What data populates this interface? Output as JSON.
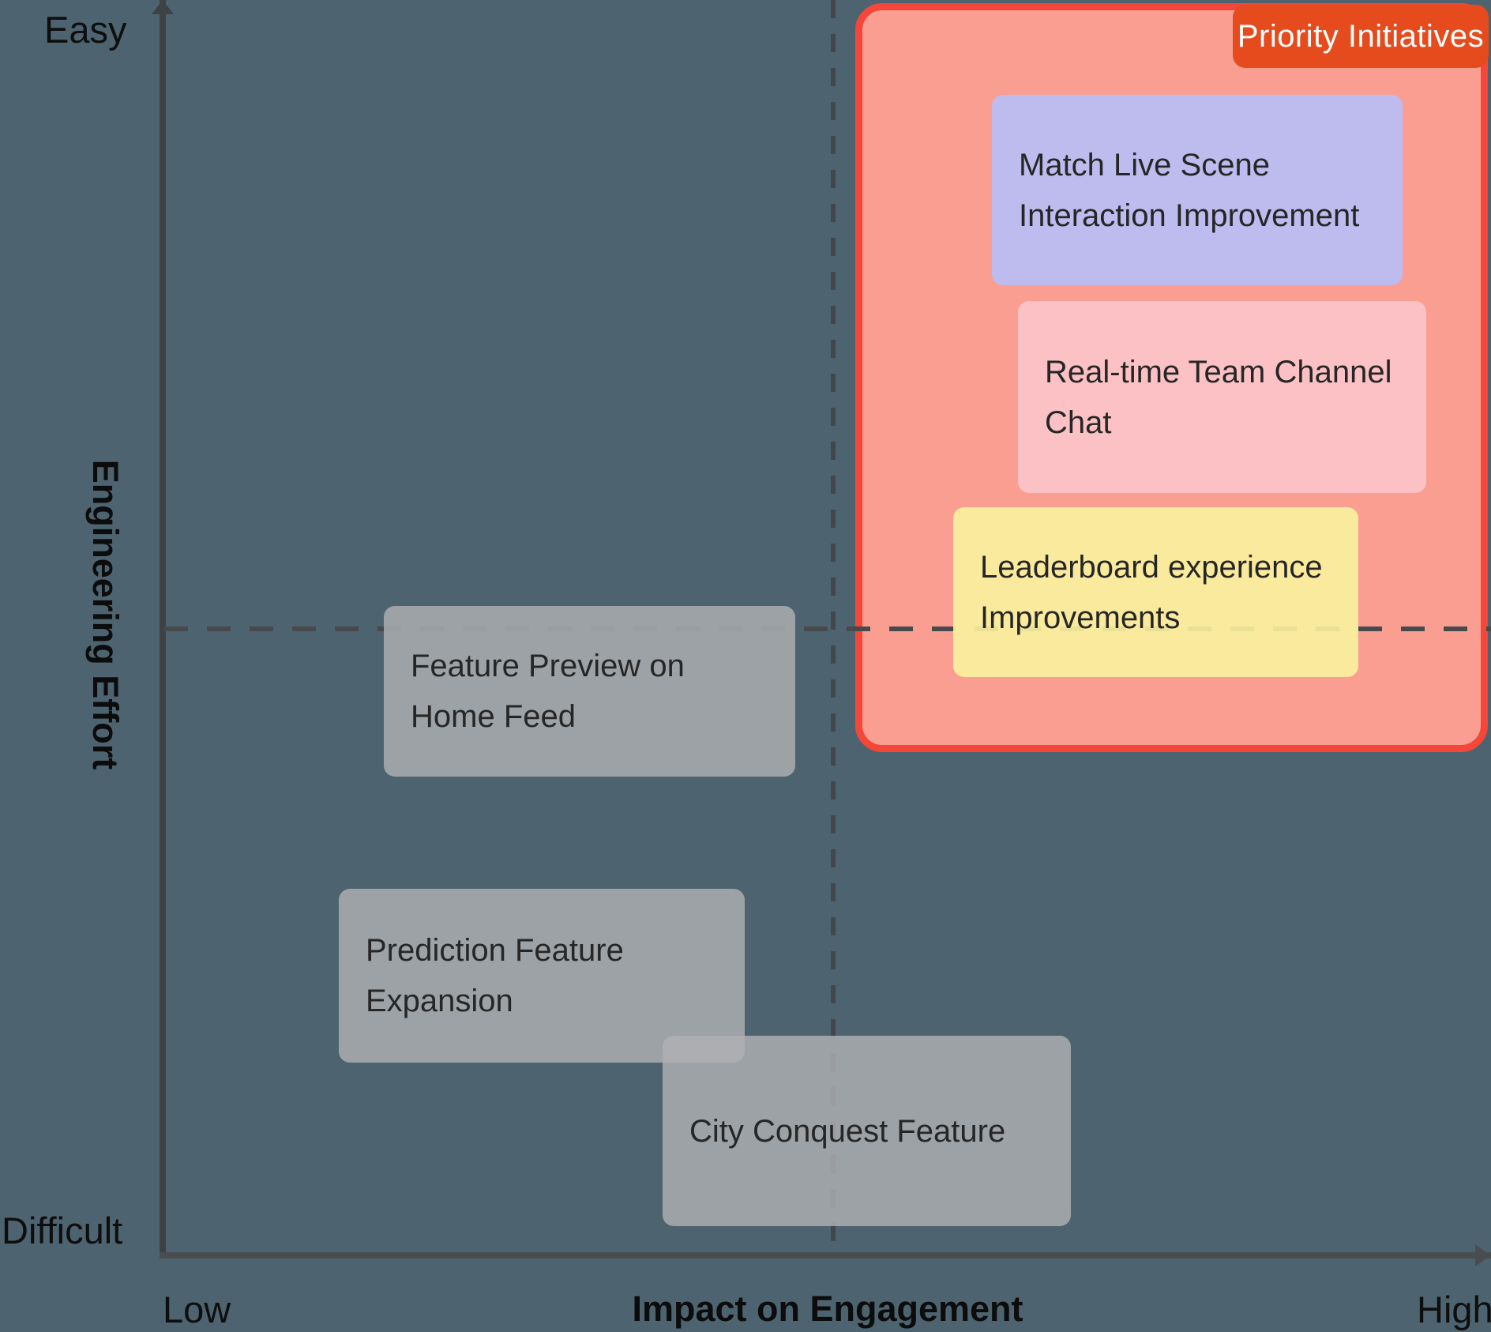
{
  "matrix": {
    "y_axis": {
      "title": "Engineering Effort",
      "top_label": "Easy",
      "bottom_label": "Difficult"
    },
    "x_axis": {
      "title": "Impact on Engagement",
      "left_label": "Low",
      "right_label": "High"
    }
  },
  "priority_group": {
    "label": "Priority Initiatives",
    "items": [
      "Match Live Scene Interaction Improvement",
      "Real-time Team Channel Chat",
      "Leaderboard experience Improvements"
    ]
  },
  "items": [
    {
      "id": "match-live-scene",
      "lines": [
        "Match Live Scene",
        "Interaction Improvement"
      ],
      "color": "#bbbdf3",
      "in_priority_group": true
    },
    {
      "id": "realtime-team-chat",
      "lines": [
        "Real-time Team Channel",
        "Chat"
      ],
      "color": "#fcc3c7",
      "in_priority_group": true
    },
    {
      "id": "leaderboard-improvements",
      "lines": [
        "Leaderboard experience",
        "Improvements"
      ],
      "color": "#faf29e",
      "in_priority_group": true
    },
    {
      "id": "feature-preview",
      "lines": [
        "Feature Preview on",
        "Home Feed"
      ],
      "color": "#b1b2b4",
      "in_priority_group": false
    },
    {
      "id": "prediction-expansion",
      "lines": [
        "Prediction Feature",
        "Expansion"
      ],
      "color": "#b1b2b4",
      "in_priority_group": false
    },
    {
      "id": "city-conquest",
      "lines": [
        "City Conquest Feature"
      ],
      "color": "#b1b2b4",
      "in_priority_group": false
    }
  ],
  "colors": {
    "background": "#4d6470",
    "axis_line": "#3f4245",
    "dashed_line": "#474a4d",
    "container_fill": "#fb9e92",
    "container_border": "#f4473a",
    "badge_fill": "#e64b1d",
    "badge_text": "#ffffff",
    "card_text": "#262626",
    "label_text": "#0e0e0e"
  }
}
